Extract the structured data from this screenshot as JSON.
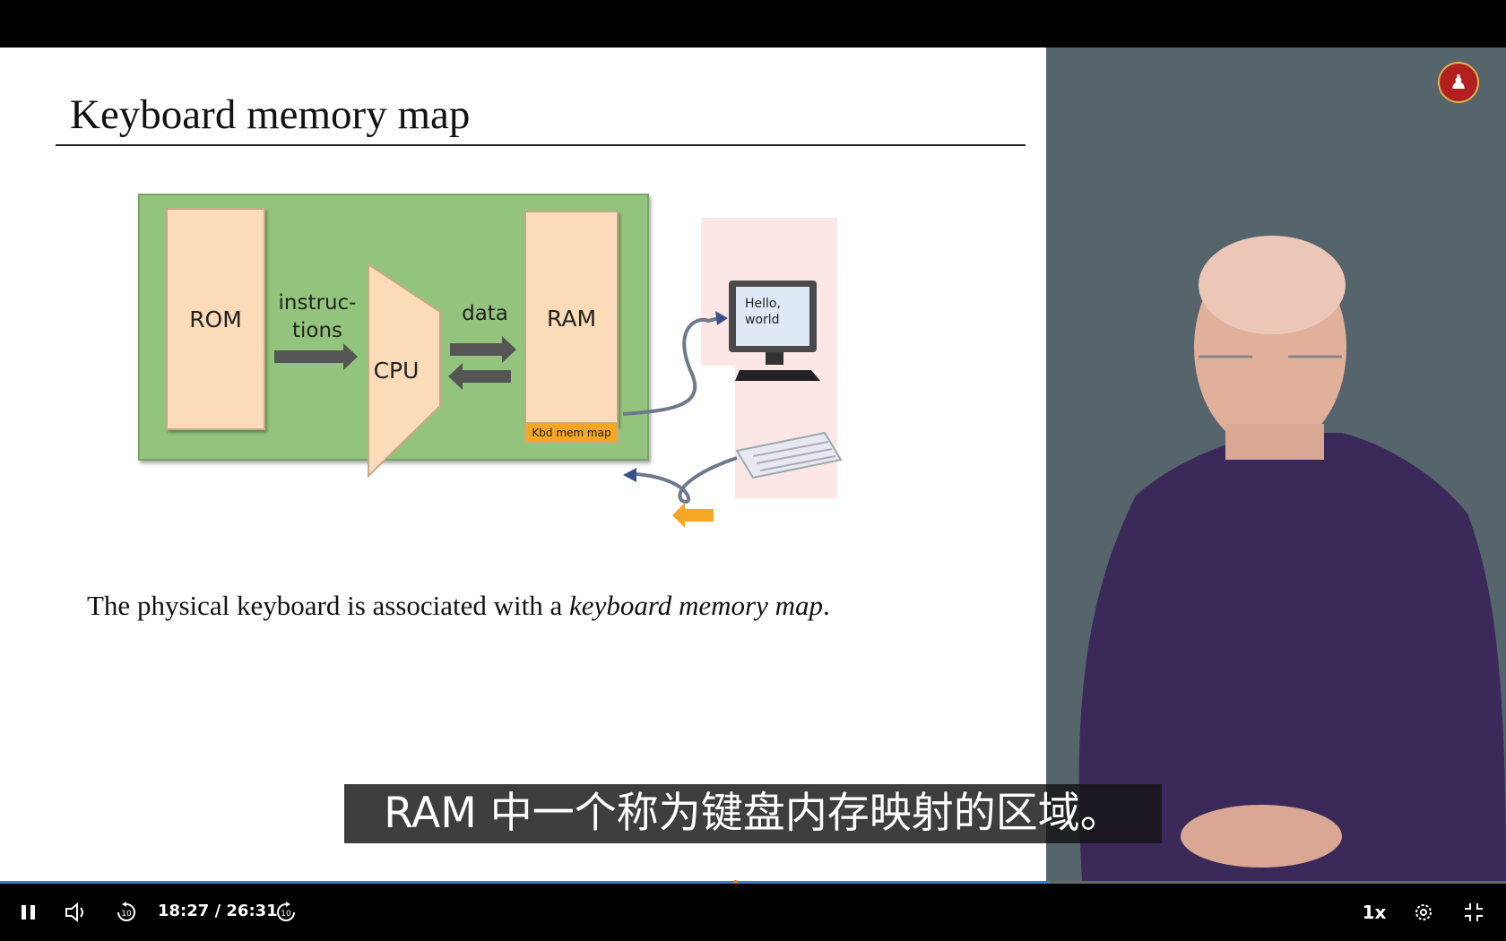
{
  "slide": {
    "title": "Keyboard memory map",
    "text_prefix": "The physical keyboard is associated with a ",
    "text_emphasis": "keyboard memory map",
    "text_suffix": "."
  },
  "diagram": {
    "rom_label": "ROM",
    "cpu_label": "CPU",
    "ram_label": "RAM",
    "instructions_line1": "instruc-",
    "instructions_line2": "tions",
    "data_label": "data",
    "kbd_mem_map_label": "Kbd mem map",
    "monitor_line1": "Hello,",
    "monitor_line2": "world"
  },
  "subtitle": "RAM 中一个称为键盘内存映射的区域。",
  "player": {
    "current_time": "18:27",
    "duration": "26:31",
    "time_separator": " / ",
    "speed": "1x",
    "progress_fraction": 0.697
  },
  "colors": {
    "accent": "#3a7bd5",
    "presenter_bg": "#56646c",
    "diagram_green": "#92c47d",
    "block_peach": "#fcdcb8"
  },
  "icons": {
    "play_pause": "pause-icon",
    "volume": "volume-icon",
    "rewind": "rewind-10-icon",
    "forward": "forward-10-icon",
    "settings": "gear-icon",
    "fullscreen": "exit-fullscreen-icon",
    "logo": "channel-logo-icon"
  }
}
